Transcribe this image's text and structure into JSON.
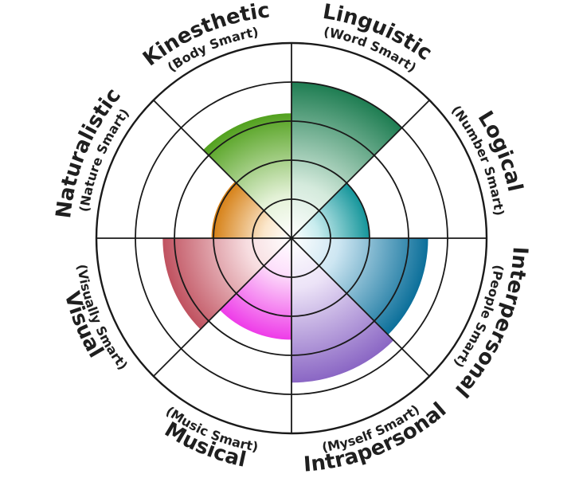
{
  "chart_data": {
    "type": "radial-wheel",
    "ring_count": 5,
    "sectors": [
      {
        "key": "linguistic",
        "label": "Linguistic",
        "sublabel": "(Word Smart)",
        "level": 4,
        "color_outer": "#1e7d52",
        "color_inner": "#d4eadc"
      },
      {
        "key": "logical",
        "label": "Logical",
        "sublabel": "(Number Smart)",
        "level": 2,
        "color_outer": "#14959a",
        "color_inner": "#c7ecee"
      },
      {
        "key": "interpersonal",
        "label": "Interpersonal",
        "sublabel": "(People Smart)",
        "level": 3.5,
        "color_outer": "#0b6f9a",
        "color_inner": "#cde6f2"
      },
      {
        "key": "intrapersonal",
        "label": "Intrapersonal",
        "sublabel": "(Myself Smart)",
        "level": 3.7,
        "color_outer": "#8a66c4",
        "color_inner": "#ece3f7"
      },
      {
        "key": "musical",
        "label": "Musical",
        "sublabel": "(Music Smart)",
        "level": 2.6,
        "color_outer": "#ee3ce8",
        "color_inner": "#fde0fb"
      },
      {
        "key": "visual",
        "label": "Visual",
        "sublabel": "(Visually Smart)",
        "level": 3.3,
        "color_outer": "#c05260",
        "color_inner": "#f7dde0"
      },
      {
        "key": "naturalistic",
        "label": "Naturalistic",
        "sublabel": "(Nature Smart)",
        "level": 2.05,
        "color_outer": "#d57e12",
        "color_inner": "#fbe7cc"
      },
      {
        "key": "kinesthetic",
        "label": "Kinesthetic",
        "sublabel": "(Body Smart)",
        "level": 3.2,
        "color_outer": "#52a11e",
        "color_inner": "#e3f1d6"
      }
    ]
  },
  "colors": {
    "line": "#1a1a1a",
    "text": "#1f1f1f"
  }
}
